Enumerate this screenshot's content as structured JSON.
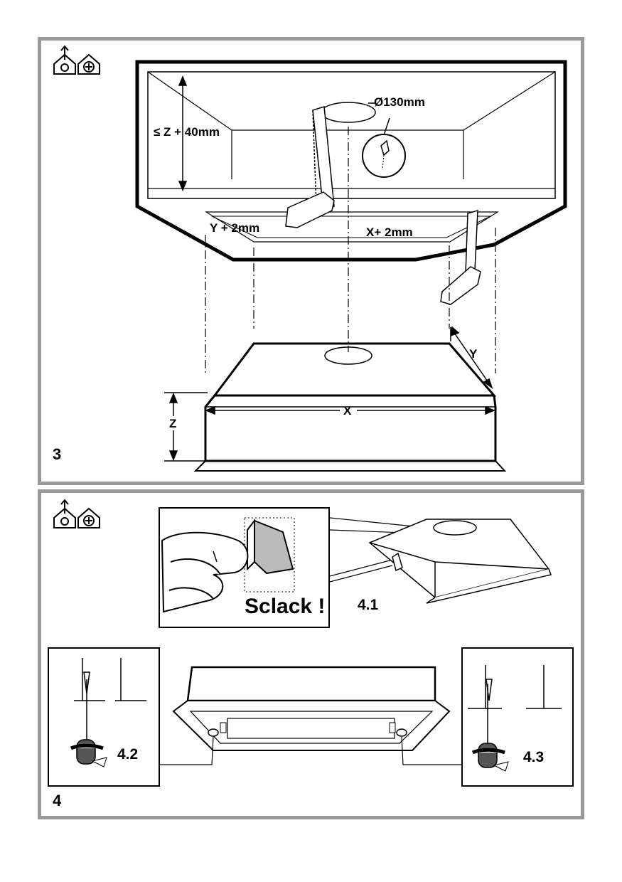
{
  "figure3": {
    "number": "3",
    "labels": {
      "duct_diameter": "Ø130mm",
      "height": "≤ Z + 40mm",
      "depth_cut": "Y + 2mm",
      "width_cut": "X+ 2mm",
      "depth": "Y",
      "width": "X",
      "z": "Z"
    },
    "icons": [
      "ducted-extraction-icon",
      "recirculation-icon"
    ]
  },
  "figure4": {
    "number": "4",
    "labels": {
      "sound": "Sclack !",
      "step_1": "4.1",
      "step_2": "4.2",
      "step_3": "4.3"
    },
    "icons": [
      "ducted-extraction-icon",
      "recirculation-icon"
    ]
  }
}
